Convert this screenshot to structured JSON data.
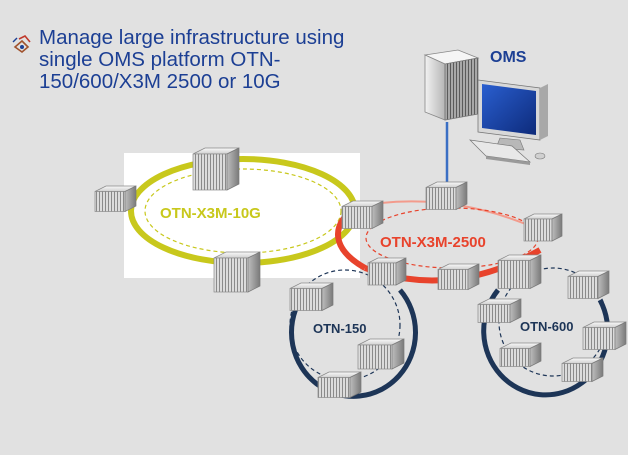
{
  "headline": {
    "lines": [
      "Manage large infrastructure using",
      "single OMS platform OTN-",
      "150/600/X3M 2500 or 10G"
    ]
  },
  "server": {
    "label": "OMS"
  },
  "rings": {
    "x3m_10g": {
      "label": "OTN-X3M-10G",
      "color": "#c8c81c"
    },
    "x3m_2500": {
      "label": "OTN-X3M-2500",
      "color": "#e8432c"
    },
    "otn_150": {
      "label": "OTN-150",
      "color": "#1d3557"
    },
    "otn_600": {
      "label": "OTN-600",
      "color": "#1d3557"
    }
  },
  "colors": {
    "headline": "#1c3f94",
    "background": "#e1e1e1",
    "link": "#3a6fc4"
  }
}
